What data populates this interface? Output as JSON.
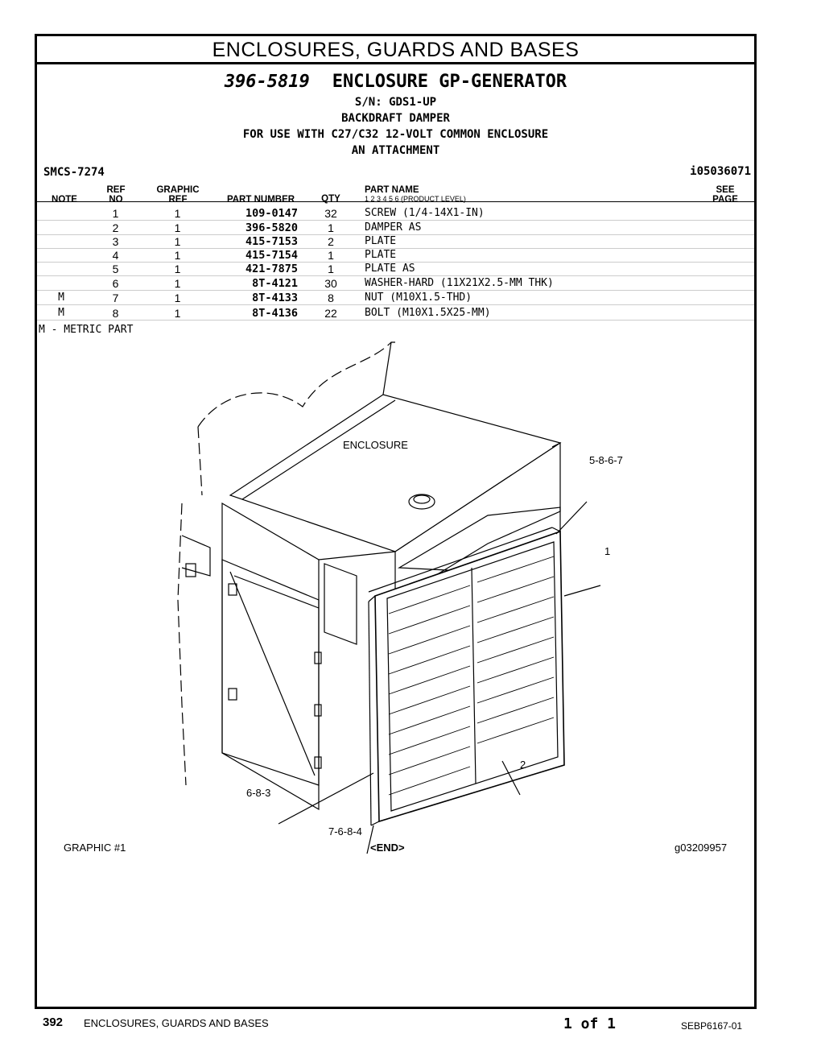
{
  "banner": "ENCLOSURES, GUARDS AND BASES",
  "title": {
    "part_number": "396-5819",
    "name": "ENCLOSURE GP-GENERATOR"
  },
  "subtitle_lines": [
    "S/N: GDS1-UP",
    "BACKDRAFT DAMPER",
    "FOR USE WITH C27/C32 12-VOLT COMMON ENCLOSURE",
    "AN ATTACHMENT"
  ],
  "smcs": "SMCS-7274",
  "illustration_id": "i05036071",
  "columns": {
    "note": "NOTE",
    "ref_no_1": "REF",
    "ref_no_2": "NO",
    "graphic_ref_1": "GRAPHIC",
    "graphic_ref_2": "REF",
    "part_number": "PART NUMBER",
    "qty": "QTY",
    "part_name": "PART NAME",
    "levels": "1   2   3   4   5   6   (PRODUCT LEVEL)",
    "see_page_1": "SEE",
    "see_page_2": "PAGE"
  },
  "parts": [
    {
      "note": "",
      "ref": "1",
      "graphic": "1",
      "pn": "109-0147",
      "qty": "32",
      "name": "SCREW (1/4-14X1-IN)"
    },
    {
      "note": "",
      "ref": "2",
      "graphic": "1",
      "pn": "396-5820",
      "qty": "1",
      "name": "DAMPER AS"
    },
    {
      "note": "",
      "ref": "3",
      "graphic": "1",
      "pn": "415-7153",
      "qty": "2",
      "name": "PLATE"
    },
    {
      "note": "",
      "ref": "4",
      "graphic": "1",
      "pn": "415-7154",
      "qty": "1",
      "name": "PLATE"
    },
    {
      "note": "",
      "ref": "5",
      "graphic": "1",
      "pn": "421-7875",
      "qty": "1",
      "name": "PLATE AS"
    },
    {
      "note": "",
      "ref": "6",
      "graphic": "1",
      "pn": "8T-4121",
      "qty": "30",
      "name": "WASHER-HARD (11X21X2.5-MM THK)"
    },
    {
      "note": "M",
      "ref": "7",
      "graphic": "1",
      "pn": "8T-4133",
      "qty": "8",
      "name": "NUT (M10X1.5-THD)"
    },
    {
      "note": "M",
      "ref": "8",
      "graphic": "1",
      "pn": "8T-4136",
      "qty": "22",
      "name": "BOLT (M10X1.5X25-MM)"
    }
  ],
  "metric_note": "M - METRIC PART",
  "illustration": {
    "enclosure_label": "ENCLOSURE",
    "callouts": [
      "5-8-6-7",
      "1",
      "2",
      "6-8-3",
      "7-6-8-4"
    ],
    "graphic_label": "GRAPHIC #1",
    "end_label": "<END>",
    "graphic_id": "g03209957"
  },
  "footer": {
    "page": "392",
    "section": "ENCLOSURES, GUARDS AND BASES",
    "page_of": "1 of 1",
    "doc_id": "SEBP6167-01"
  }
}
